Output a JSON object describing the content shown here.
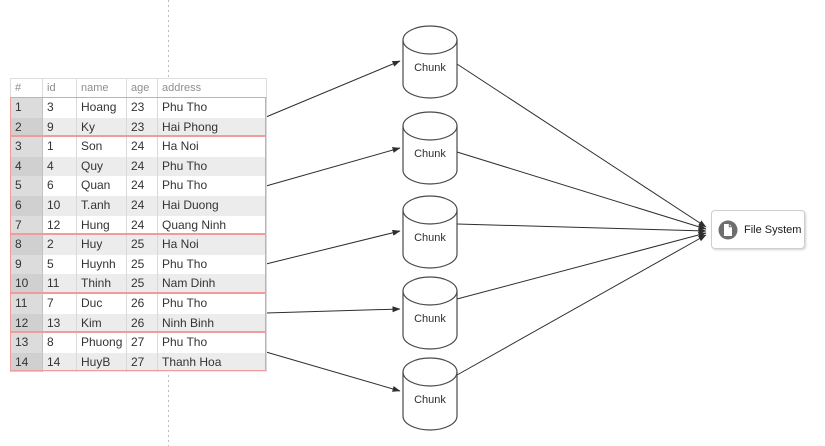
{
  "table": {
    "headers": [
      "#",
      "id",
      "name",
      "age",
      "address"
    ],
    "rows": [
      [
        "1",
        "3",
        "Hoang",
        "23",
        "Phu Tho"
      ],
      [
        "2",
        "9",
        "Ky",
        "23",
        "Hai Phong"
      ],
      [
        "3",
        "1",
        "Son",
        "24",
        "Ha Noi"
      ],
      [
        "4",
        "4",
        "Quy",
        "24",
        "Phu Tho"
      ],
      [
        "5",
        "6",
        "Quan",
        "24",
        "Phu Tho"
      ],
      [
        "6",
        "10",
        "T.anh",
        "24",
        "Hai Duong"
      ],
      [
        "7",
        "12",
        "Hung",
        "24",
        "Quang Ninh"
      ],
      [
        "8",
        "2",
        "Huy",
        "25",
        "Ha Noi"
      ],
      [
        "9",
        "5",
        "Huynh",
        "25",
        "Phu Tho"
      ],
      [
        "10",
        "11",
        "Thinh",
        "25",
        "Nam Dinh"
      ],
      [
        "11",
        "7",
        "Duc",
        "26",
        "Phu Tho"
      ],
      [
        "12",
        "13",
        "Kim",
        "26",
        "Ninh Binh"
      ],
      [
        "13",
        "8",
        "Phuong",
        "27",
        "Phu Tho"
      ],
      [
        "14",
        "14",
        "HuyB",
        "27",
        "Thanh Hoa"
      ]
    ],
    "row_groups": [
      {
        "rows": "1-2",
        "age": "23"
      },
      {
        "rows": "3-7",
        "age": "24"
      },
      {
        "rows": "8-10",
        "age": "25"
      },
      {
        "rows": "11-12",
        "age": "26"
      },
      {
        "rows": "13-14",
        "age": "27"
      }
    ]
  },
  "chunks": {
    "label": "Chunk",
    "count": 5
  },
  "file_system": {
    "label": "File System",
    "icon": "document-icon"
  },
  "colors": {
    "group_border": "#ef9c9c",
    "index_col_bg_light": "#dcdcdc",
    "index_col_bg_dark": "#d0d0d0",
    "row_bg_alt": "#ececec",
    "header_text": "#8f8f8f",
    "cell_text": "#333333",
    "arrow": "#2e2e2e",
    "shape_stroke": "#4a4a4a",
    "fs_icon_bg": "#6e6e6e",
    "dashed_guide": "#bdbdbd"
  }
}
